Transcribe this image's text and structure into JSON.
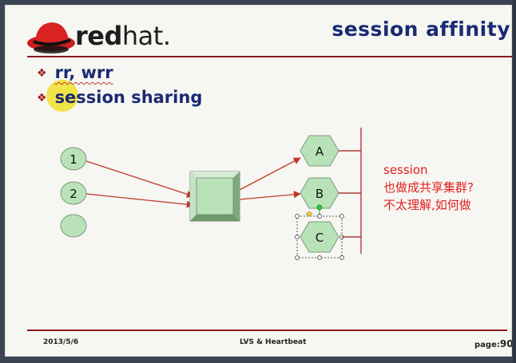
{
  "slide": {
    "logo_text_bold": "red",
    "logo_text_light": "hat.",
    "title": "session affinity",
    "bullets": [
      {
        "text": "rr, wrr"
      },
      {
        "text": "session sharing"
      }
    ],
    "clients": [
      "1",
      "2",
      ""
    ],
    "servers": [
      "A",
      "B",
      "C"
    ],
    "annotation": [
      "session",
      "也做成共享集群?",
      "不太理解,如何做"
    ],
    "footer": {
      "date": "2013/5/6",
      "center": "LVS & Heartbeat",
      "page_label": "page:",
      "page_number": "90"
    }
  },
  "colors": {
    "title": "#1a2a73",
    "accent_red": "#a01818",
    "node_fill": "#b9e2b9",
    "arrow": "#c0392b",
    "annotation": "#e02020"
  },
  "icons": [
    "redhat-logo-icon",
    "diamond-bullet-icon"
  ]
}
